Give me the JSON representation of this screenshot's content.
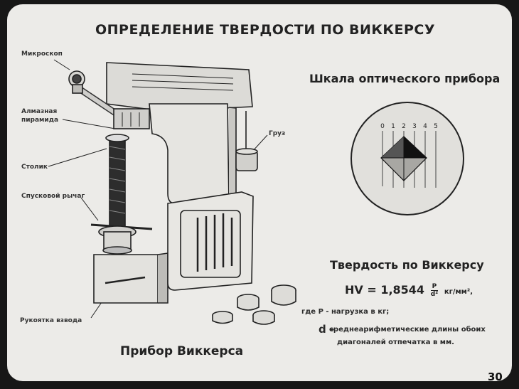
{
  "title": "ОПРЕДЕЛЕНИЕ ТВЕРДОСТИ ПО ВИККЕРСУ",
  "callouts": {
    "microscope": "Микроскоп",
    "pyramid_line1": "Алмазная",
    "pyramid_line2": "пирамида",
    "stage": "Столик",
    "trigger_lever": "Спусковой рычаг",
    "weight": "Груз",
    "cocking_handle": "Рукоятка взвода"
  },
  "device_caption": "Прибор Виккерса",
  "optical_scale": {
    "title": "Шкала оптического прибора",
    "ticks": [
      "0",
      "1",
      "2",
      "3",
      "4",
      "5"
    ]
  },
  "formula": {
    "title": "Твердость по Виккерсу",
    "lhs": "HV = 1,8544",
    "numerator": "P",
    "denominator": "d²",
    "unit": "кг/мм²,",
    "note_p": "где P - нагрузка в кг;",
    "note_d_symbol": "d -",
    "note_d_line1": "среднеарифметические длины обоих",
    "note_d_line2": "диагоналей отпечатка в мм."
  },
  "page_number": "30"
}
